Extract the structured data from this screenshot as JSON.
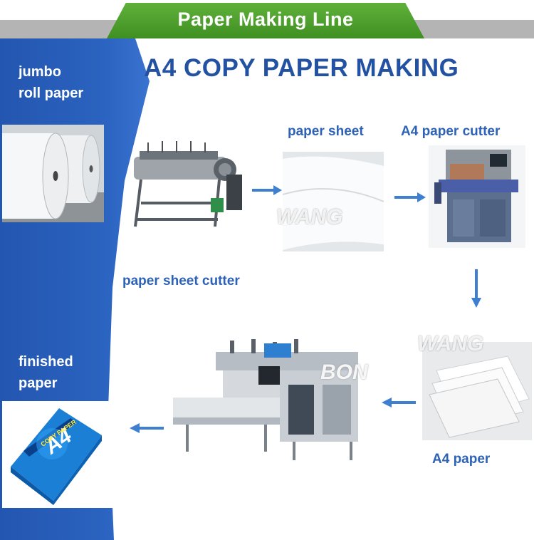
{
  "banner": {
    "title": "Paper Making Line"
  },
  "main_title": "A4 COPY PAPER MAKING",
  "labels": {
    "jumbo_line1": "jumbo",
    "jumbo_line2": "roll paper",
    "paper_sheet": "paper sheet",
    "a4_cutter": "A4 paper cutter",
    "sheet_cutter": "paper sheet cutter",
    "finished_line1": "finished",
    "finished_line2": "paper",
    "a4_paper": "A4 paper"
  },
  "watermarks": {
    "w1": "WANG",
    "w2": "WANG",
    "w3": "BON"
  },
  "ream": {
    "badge": "A4",
    "band": "COPY PAPER"
  },
  "colors": {
    "banner_green": "#4a9c2c",
    "panel_blue": "#2859b8",
    "label_blue": "#2d62b6",
    "title_blue": "#2452a3",
    "arrow_blue": "#3f7fd0"
  }
}
